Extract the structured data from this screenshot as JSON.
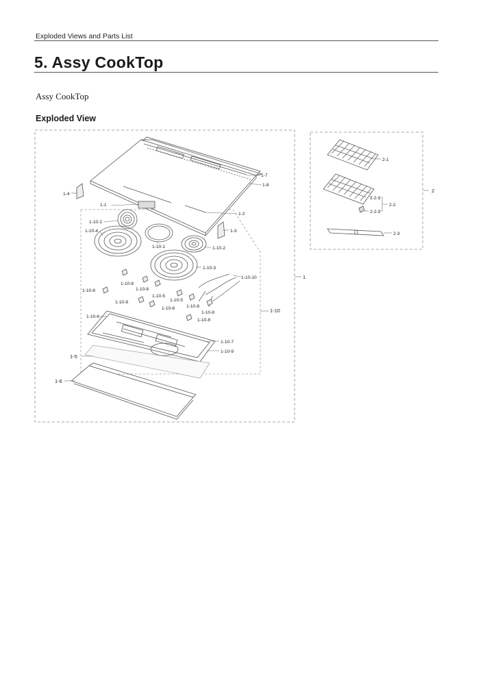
{
  "header": {
    "section": "Exploded Views and Parts List"
  },
  "page": {
    "title": "5.  Assy CookTop",
    "subtitle": "Assy CookTop",
    "heading": "Exploded View"
  },
  "colors": {
    "line": "#555555",
    "dash": "#888888",
    "text": "#1a1a1a"
  },
  "callouts": {
    "c1_7": "1-7",
    "c1_8": "1-8",
    "c1_4": "1-4",
    "c1_1": "1-1",
    "c1_2": "1-2",
    "c1_3": "1-3",
    "c1_10_2a": "1-10-2",
    "c1_10_4": "1-10-4",
    "c1_10_1": "1-10-1",
    "c1_10_2b": "1-10-2",
    "c1_10_3": "1-10-3",
    "c1_10_10": "1-10-10",
    "c1": "1",
    "c1_10_8a": "1-10-8",
    "c1_10_8b": "1-10-8",
    "c1_10_8c": "1-10-8",
    "c1_10_5a": "1-10-5",
    "c1_10_8d": "1-10-8",
    "c1_10_8e": "1-10-8",
    "c1_10_5b": "1-10-5",
    "c1_10_8f": "1-10-8",
    "c1_10_8g": "1-10-8",
    "c1_10_8h": "1-10-8",
    "c1_10": "1-10",
    "c1_10_6": "1-10-6",
    "c1_10_7": "1-10-7",
    "c1_10_9": "1-10-9",
    "c1_5": "1-5",
    "c1_6": "1-6",
    "c2_1": "2-1",
    "c2": "2",
    "c2_2_1": "2-2-1",
    "c2_2": "2-2",
    "c2_2_2": "2-2-2",
    "c2_3": "2-3"
  }
}
